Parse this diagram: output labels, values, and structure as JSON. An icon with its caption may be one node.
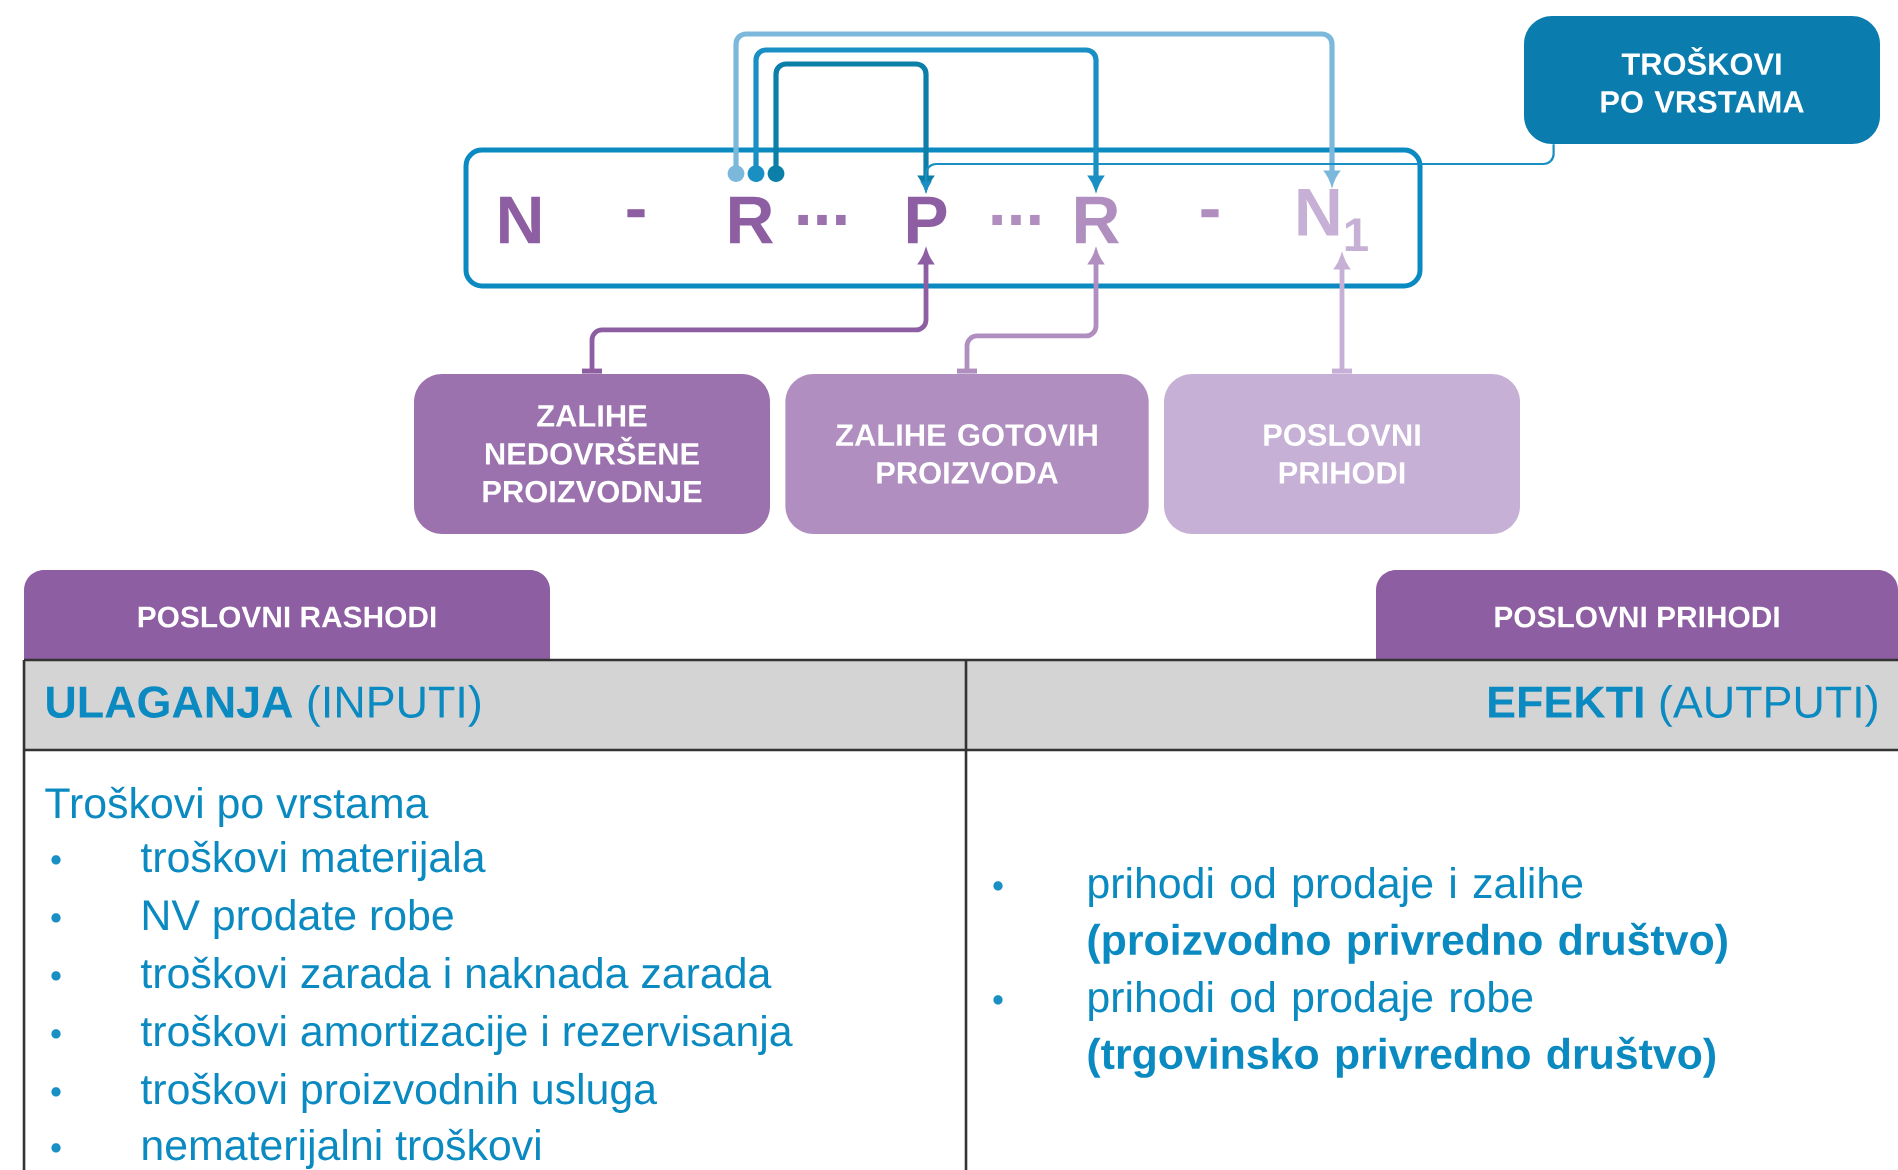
{
  "diagram": {
    "nodes": [
      {
        "text": [],
        "shape": "box"
      },
      {
        "text": [
          "N"
        ],
        "in": 0
      },
      {
        "text": [
          "-"
        ],
        "in": 0
      },
      {
        "text": [
          "R"
        ],
        "in": 0
      },
      {
        "text": [
          "..."
        ],
        "in": 0
      },
      {
        "text": [
          "P"
        ],
        "in": 0
      },
      {
        "text": [
          "..."
        ],
        "in": 0
      },
      {
        "text": [
          "R"
        ],
        "in": 0
      },
      {
        "text": [
          "-"
        ],
        "in": 0
      },
      {
        "text": [
          "N$_{1}$"
        ],
        "in": 0
      },
      {
        "text": [
          "TROŠKOVI PO VRSTAMA"
        ]
      },
      {
        "text": [
          "ZALIHE NEDOVRŠENE PROIZVODNJE"
        ]
      },
      {
        "text": [
          "ZALIHE GOTOVIH PROIZVODA"
        ]
      },
      {
        "text": [
          "POSLOVNI PRIHODI"
        ]
      },
      {
        "text": [
          "POSLOVNI RASHODI"
        ]
      },
      {
        "text": [
          "POSLOVNI PRIHODI"
        ]
      }
    ],
    "edges": [
      {
        "from": 3,
        "to": 5,
        "arrow": "to",
        "color": "#0b7fa8"
      },
      {
        "from": 3,
        "to": 7,
        "arrow": "to",
        "color": "#1a8fc4"
      },
      {
        "from": 3,
        "to": 9,
        "arrow": "to",
        "color": "#7bb8dc"
      },
      {
        "from": 10,
        "to": 5,
        "arrow": "to",
        "color": "#1a8fc4"
      },
      {
        "from": 11,
        "to": 5,
        "arrow": "to",
        "color": "#8e5ea2"
      },
      {
        "from": 12,
        "to": 7,
        "arrow": "to",
        "color": "#b08fc0"
      },
      {
        "from": 13,
        "to": 9,
        "arrow": "to",
        "color": "#c7b0d5"
      }
    ],
    "labels": [
      "**ULAGANJA** (INPUTI)",
      "**EFEKTI** (AUTPUTI)",
      "Troškovi po vrstama",
      "troškovi materijala",
      "NV prodate robe",
      "troškovi zarada i naknada zarada",
      "troškovi amortizacije i rezervisanja",
      "troškovi proizvodnih usluga",
      "nematerijalni troškovi",
      "prihodi od prodaje i zalihe **(proizvodno privredno društvo)**",
      "prihodi od prodaje robe **(trgovinsko privredno društvo)**"
    ]
  }
}
